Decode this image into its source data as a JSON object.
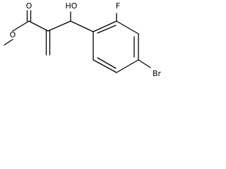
{
  "diagram": {
    "atoms": {
      "carbonyl_o": "O",
      "ester_o": "O",
      "hydroxyl": "HO",
      "fluorine": "F",
      "bromine": "Br"
    }
  }
}
